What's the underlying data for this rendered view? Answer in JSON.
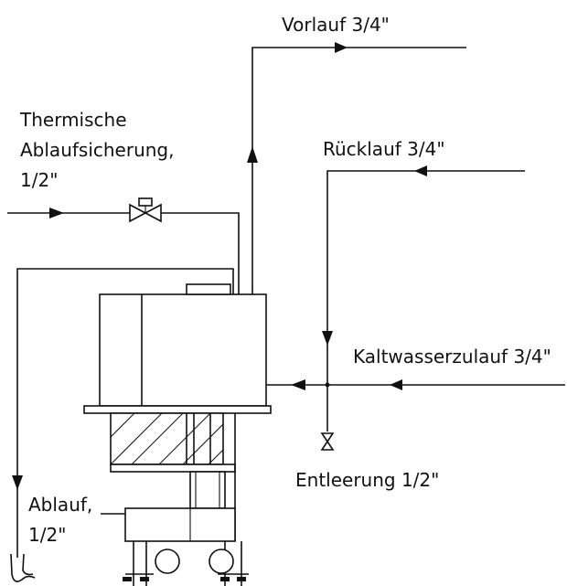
{
  "labels": {
    "vorlauf": "Vorlauf 3/4\"",
    "thermische_line1": "Thermische",
    "thermische_line2": "Ablaufsicherung,",
    "thermische_line3": "1/2\"",
    "ruecklauf": "Rücklauf 3/4\"",
    "kaltwasser": "Kaltwasserzulauf 3/4\"",
    "entleerung": "Entleerung 1/2\"",
    "ablauf_line1": "Ablauf,",
    "ablauf_line2": "1/2\""
  }
}
